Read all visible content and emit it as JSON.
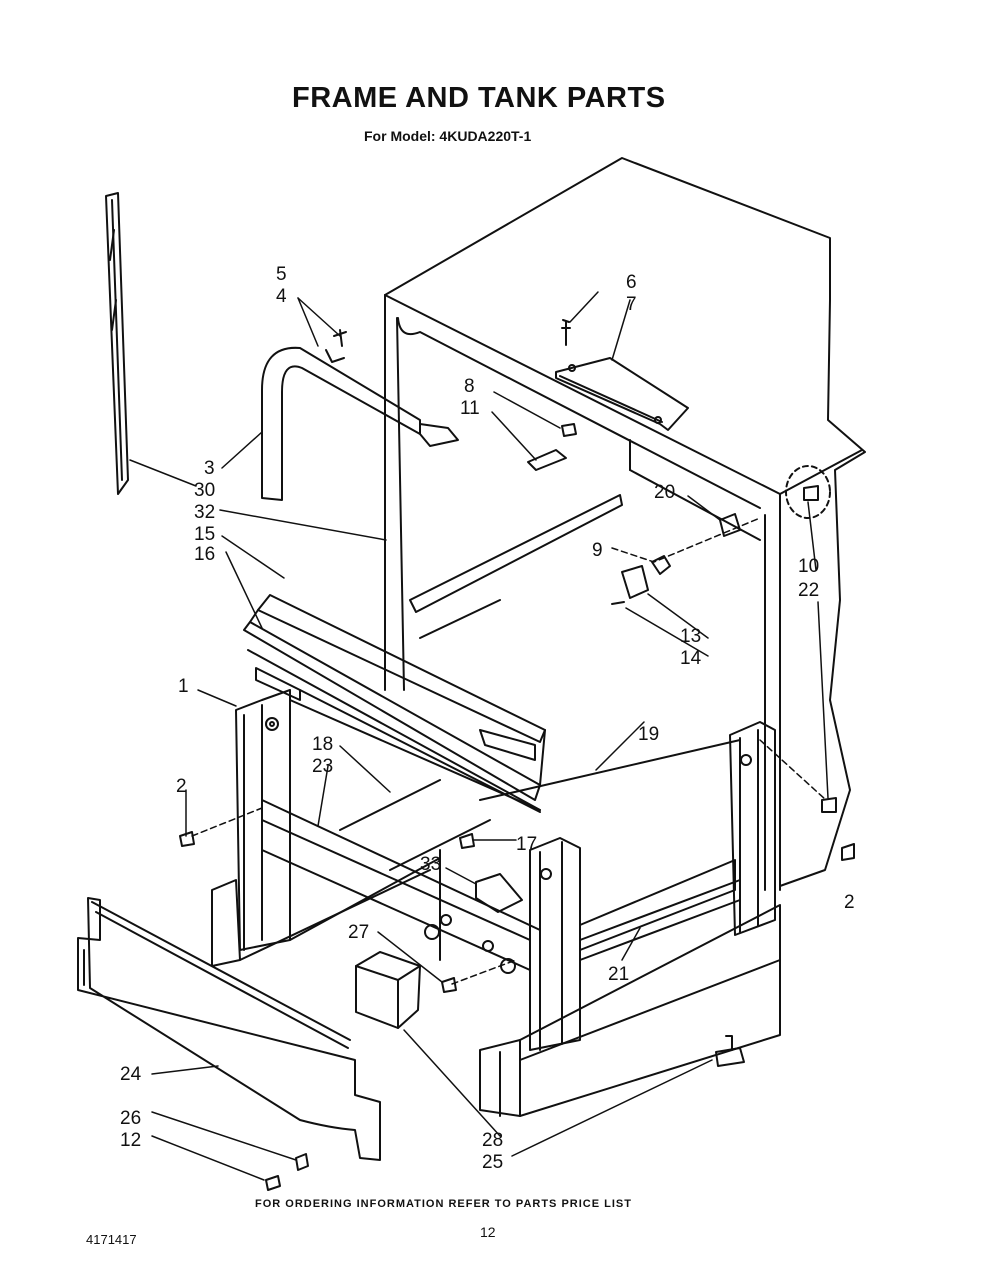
{
  "header": {
    "title": "FRAME AND TANK PARTS",
    "subtitle": "For Model: 4KUDA220T-1"
  },
  "footer": {
    "note": "FOR ORDERING INFORMATION REFER TO PARTS PRICE LIST",
    "page": "12",
    "doc_number": "4171417"
  },
  "callouts": {
    "c5": "5",
    "c4": "4",
    "c6": "6",
    "c7": "7",
    "c8": "8",
    "c11": "11",
    "c3": "3",
    "c30": "30",
    "c32": "32",
    "c15": "15",
    "c16": "16",
    "c20": "20",
    "c9": "9",
    "c10": "10",
    "c22": "22",
    "c13": "13",
    "c14": "14",
    "c1": "1",
    "c18": "18",
    "c23": "23",
    "c19": "19",
    "c2a": "2",
    "c17": "17",
    "c33": "33",
    "c2b": "2",
    "c27": "27",
    "c21": "21",
    "c24": "24",
    "c26": "26",
    "c12": "12",
    "c28": "28",
    "c25": "25"
  }
}
